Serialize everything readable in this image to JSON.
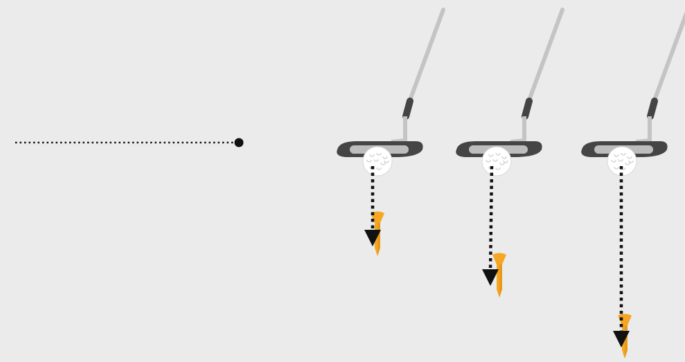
{
  "scene": {
    "background": "#ebebeb",
    "reference_line": {
      "style": "dotted",
      "end_marker": "dot"
    },
    "putters": [
      {
        "id": "putter-1",
        "ball": "golf-ball",
        "tee": "tee",
        "stroke_distance": "short"
      },
      {
        "id": "putter-2",
        "ball": "golf-ball",
        "tee": "tee",
        "stroke_distance": "medium"
      },
      {
        "id": "putter-3",
        "ball": "golf-ball",
        "tee": "tee",
        "stroke_distance": "long"
      }
    ]
  },
  "colors": {
    "shaft": "#c4c4c4",
    "grip": "#444444",
    "head_dark": "#454545",
    "head_face": "#bdbdbd",
    "ball": "#ffffff",
    "ball_dimple": "#cfcfcf",
    "tee": "#f5a623",
    "tee_shadow": "#d98b10",
    "path": "#111111"
  }
}
